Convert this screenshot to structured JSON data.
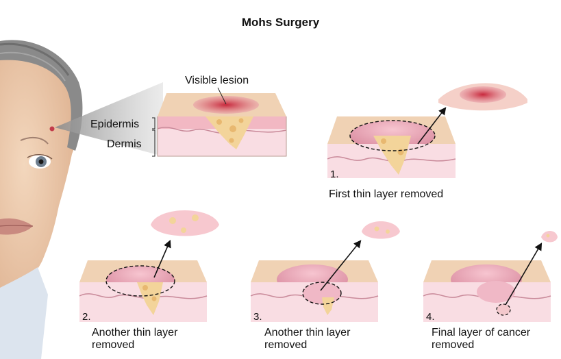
{
  "title": "Mohs Surgery",
  "labels": {
    "visible_lesion": "Visible lesion",
    "epidermis": "Epidermis",
    "dermis": "Dermis"
  },
  "steps": [
    {
      "number": "1.",
      "caption_line1": "First thin layer removed",
      "caption_line2": ""
    },
    {
      "number": "2.",
      "caption_line1": "Another thin layer",
      "caption_line2": "removed"
    },
    {
      "number": "3.",
      "caption_line1": "Another thin layer",
      "caption_line2": "removed"
    },
    {
      "number": "4.",
      "caption_line1": "Final layer of cancer",
      "caption_line2": "removed"
    }
  ],
  "colors": {
    "skin_top": "#f0d2b4",
    "epidermis": "#f2b8c3",
    "dermis": "#f9dde3",
    "tumor": "#f3d49a",
    "lesion": "#d8485a",
    "cavity": "#e8a0b2",
    "face": "#efcdb0",
    "hair": "#8a8a8a"
  }
}
